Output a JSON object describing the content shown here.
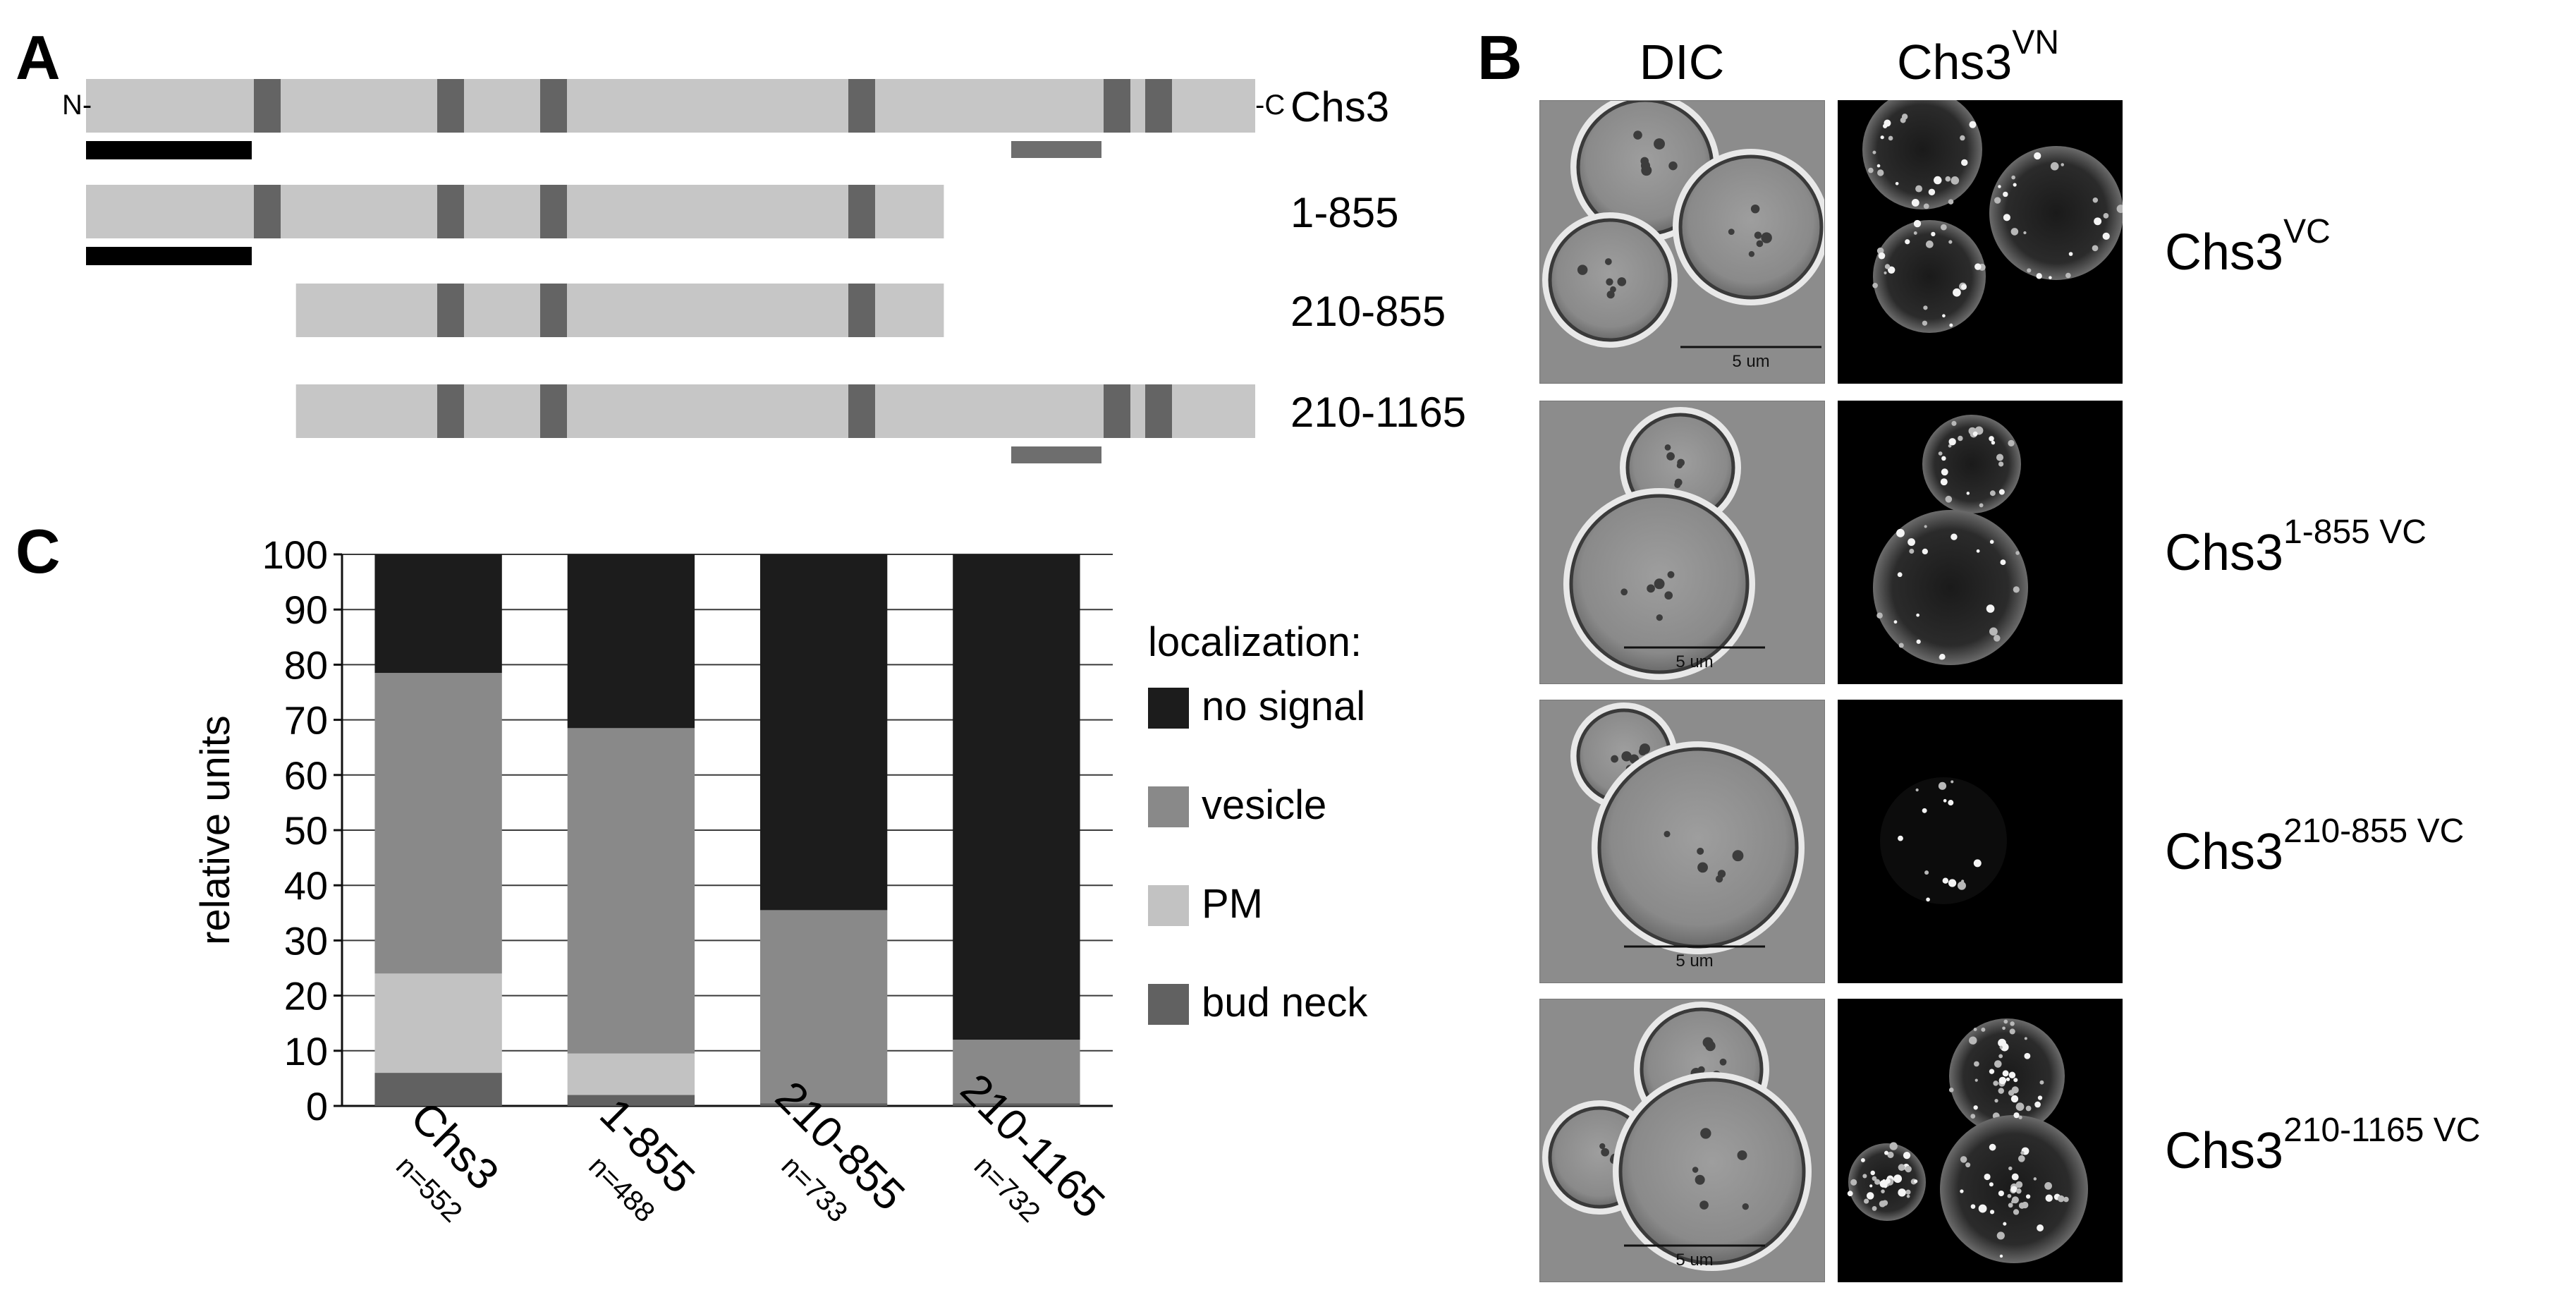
{
  "panel_a": {
    "label": "A",
    "n_terminus": "N-",
    "c_terminus": "-C",
    "segment_color": "#c6c6c6",
    "tm_color": "#646464",
    "black_bar_color": "#000000",
    "grey_bar_color": "#6e6e6e",
    "constructs": [
      {
        "label": "Chs3",
        "start": 1,
        "end": 1165
      },
      {
        "label": "1-855",
        "start": 1,
        "end": 855
      },
      {
        "label": "210-855",
        "start": 210,
        "end": 855
      },
      {
        "label": "210-1165",
        "start": 210,
        "end": 1165
      }
    ]
  },
  "panel_b": {
    "label": "B",
    "col_dic": "DIC",
    "col_vn_base": "Chs3",
    "col_vn_sup": "VN",
    "scalebar_label": "5 um",
    "rows": [
      {
        "base": "Chs3",
        "sup": "VC"
      },
      {
        "base": "Chs3",
        "sup": "1-855 VC"
      },
      {
        "base": "Chs3",
        "sup": "210-855 VC"
      },
      {
        "base": "Chs3",
        "sup": "210-1165 VC"
      }
    ]
  },
  "panel_c": {
    "label": "C",
    "legend_title": "localization:",
    "chart_data": {
      "type": "bar",
      "stacked": true,
      "categories": [
        "Chs3",
        "1-855",
        "210-855",
        "210-1165"
      ],
      "n_labels": [
        "n=552",
        "n=488",
        "n=733",
        "n=732"
      ],
      "ylabel": "relative units",
      "ylim": [
        0,
        100
      ],
      "yticks": [
        0,
        10,
        20,
        30,
        40,
        50,
        60,
        70,
        80,
        90,
        100
      ],
      "grid": true,
      "legend_position": "right",
      "series": [
        {
          "name": "bud neck",
          "color": "#616161",
          "values": [
            6,
            2,
            0.5,
            0.5
          ]
        },
        {
          "name": "PM",
          "color": "#c2c2c2",
          "values": [
            18,
            7.5,
            0,
            0
          ]
        },
        {
          "name": "vesicle",
          "color": "#898989",
          "values": [
            54.5,
            59,
            35,
            11.5
          ]
        },
        {
          "name": "no signal",
          "color": "#1c1c1c",
          "values": [
            21.5,
            31.5,
            64.5,
            88
          ]
        }
      ]
    }
  }
}
